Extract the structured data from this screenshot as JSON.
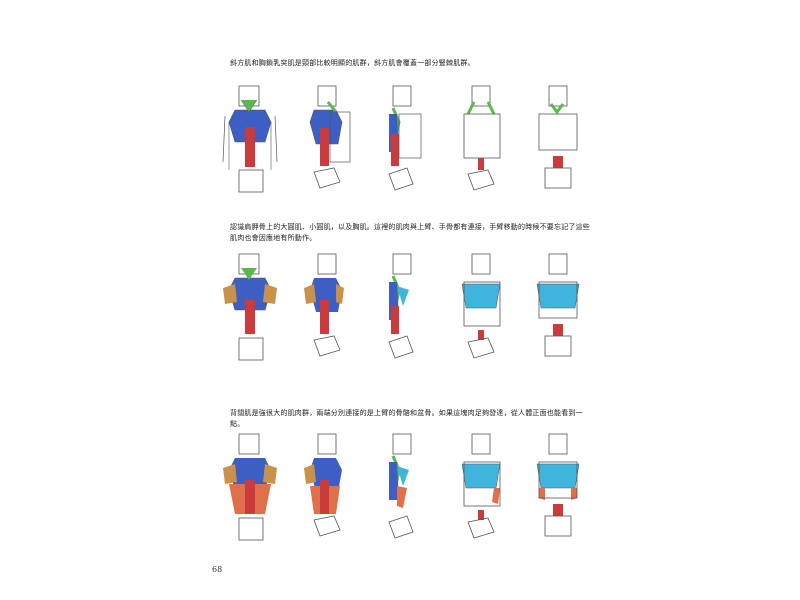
{
  "captions": [
    "斜方肌和胸鎖乳突肌是頸部比較明顯的肌群，斜方肌會覆蓋一部分豎棘肌群。",
    "認識肩胛骨上的大圓肌、小圓肌，以及胸肌。這裡的肌肉與上臂、手骨都有連接，手臂移動的時候不要忘記了這些肌肉也會因應地有所動作。",
    "背闊肌是強很大的肌肉群，兩端分別連接的是上臂的骨骼和盆骨。如果這塊肉足夠發達，從人體正面也能看到一點。"
  ],
  "page_number": "68",
  "colors": {
    "trapezius": "#3d5fc4",
    "neck": "#5cb84a",
    "spine": "#cc3b3b",
    "shoulder": "#c9924a",
    "pectoral": "#3fb5de",
    "lat": "#e0704a",
    "line": "#555555"
  }
}
